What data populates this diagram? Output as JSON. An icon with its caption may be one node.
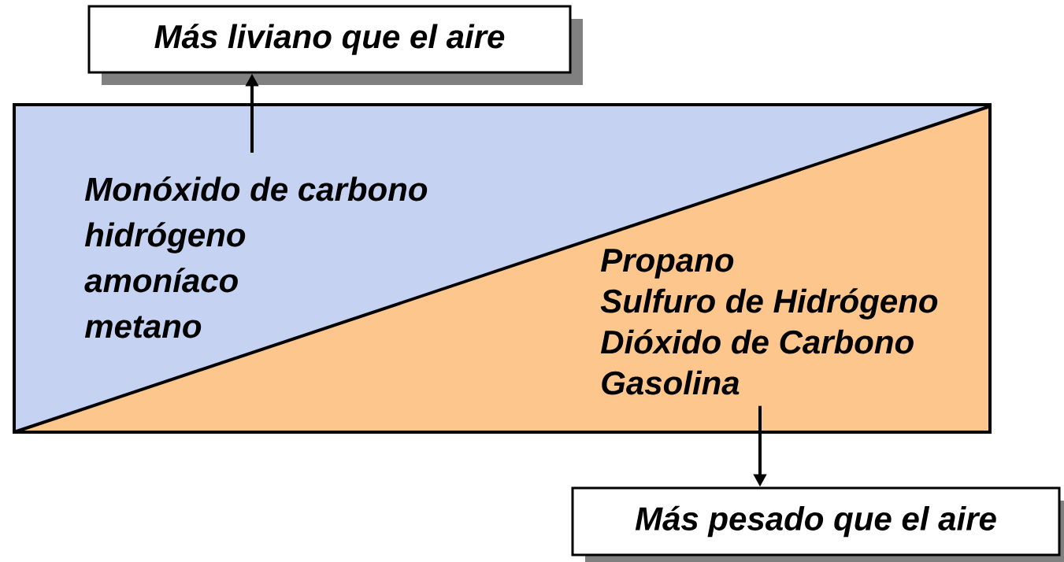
{
  "diagram": {
    "nodes": [
      {
        "text": [
          "Más liviano que el aire"
        ]
      },
      {
        "text": [
          "Monóxido de carbono",
          "hidrógeno",
          "amoníaco",
          "metano"
        ]
      },
      {
        "text": [
          "Propano",
          "Sulfuro de Hidrógeno",
          "Dióxido de Carbono",
          "Gasolina"
        ]
      },
      {
        "text": [
          "Más pesado que el aire"
        ]
      }
    ],
    "edges": [
      {
        "from": 1,
        "to": 0,
        "arrow": "to"
      },
      {
        "from": 2,
        "to": 3,
        "arrow": "to"
      }
    ]
  }
}
